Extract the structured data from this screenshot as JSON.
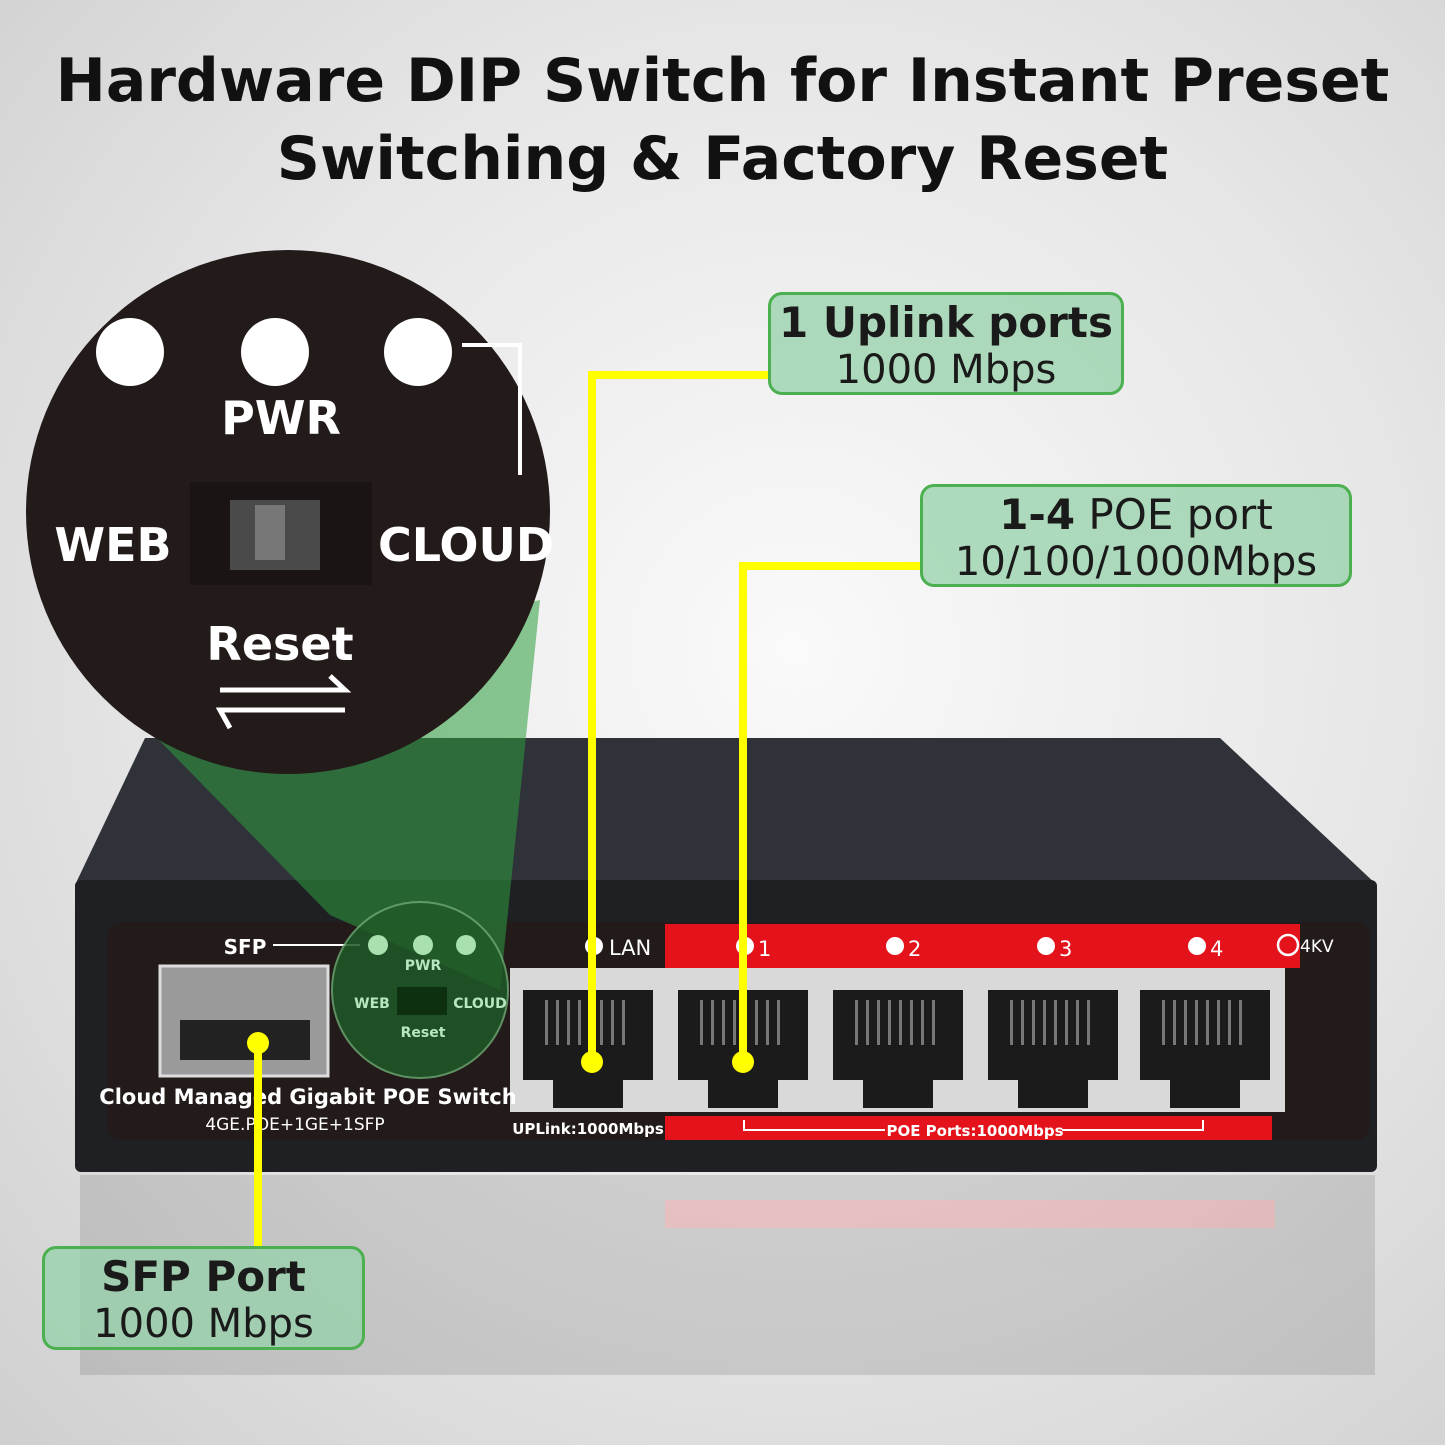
{
  "title": {
    "line1": "Hardware DIP Switch for Instant Preset",
    "line2": "Switching & Factory Reset"
  },
  "zoom_circle": {
    "pwr": "PWR",
    "web": "WEB",
    "cloud": "CLOUD",
    "reset": "Reset"
  },
  "callouts": {
    "uplink": {
      "bold": "1 Uplink ports",
      "text": "1000 Mbps"
    },
    "poe": {
      "bold": "1-4",
      "rest": " POE port",
      "text": "10/100/1000Mbps"
    },
    "sfp": {
      "bold": "SFP Port",
      "text": "1000 Mbps"
    }
  },
  "panel": {
    "sfp_label": "SFP",
    "pwr": "PWR",
    "web": "WEB",
    "cloud": "CLOUD",
    "reset": "Reset",
    "model": "Cloud Managed Gigabit POE Switch",
    "spec": "4GE.POE+1GE+1SFP",
    "lan": "LAN",
    "uplink_label": "UPLink:1000Mbps",
    "poe_label": "POE Ports:1000Mbps",
    "ports": [
      "1",
      "2",
      "3",
      "4"
    ],
    "surge": "4KV"
  },
  "colors": {
    "leader": "#ffff00",
    "callout_border": "#4caf50",
    "band": "#e3121b",
    "panel": "#231a1a"
  }
}
